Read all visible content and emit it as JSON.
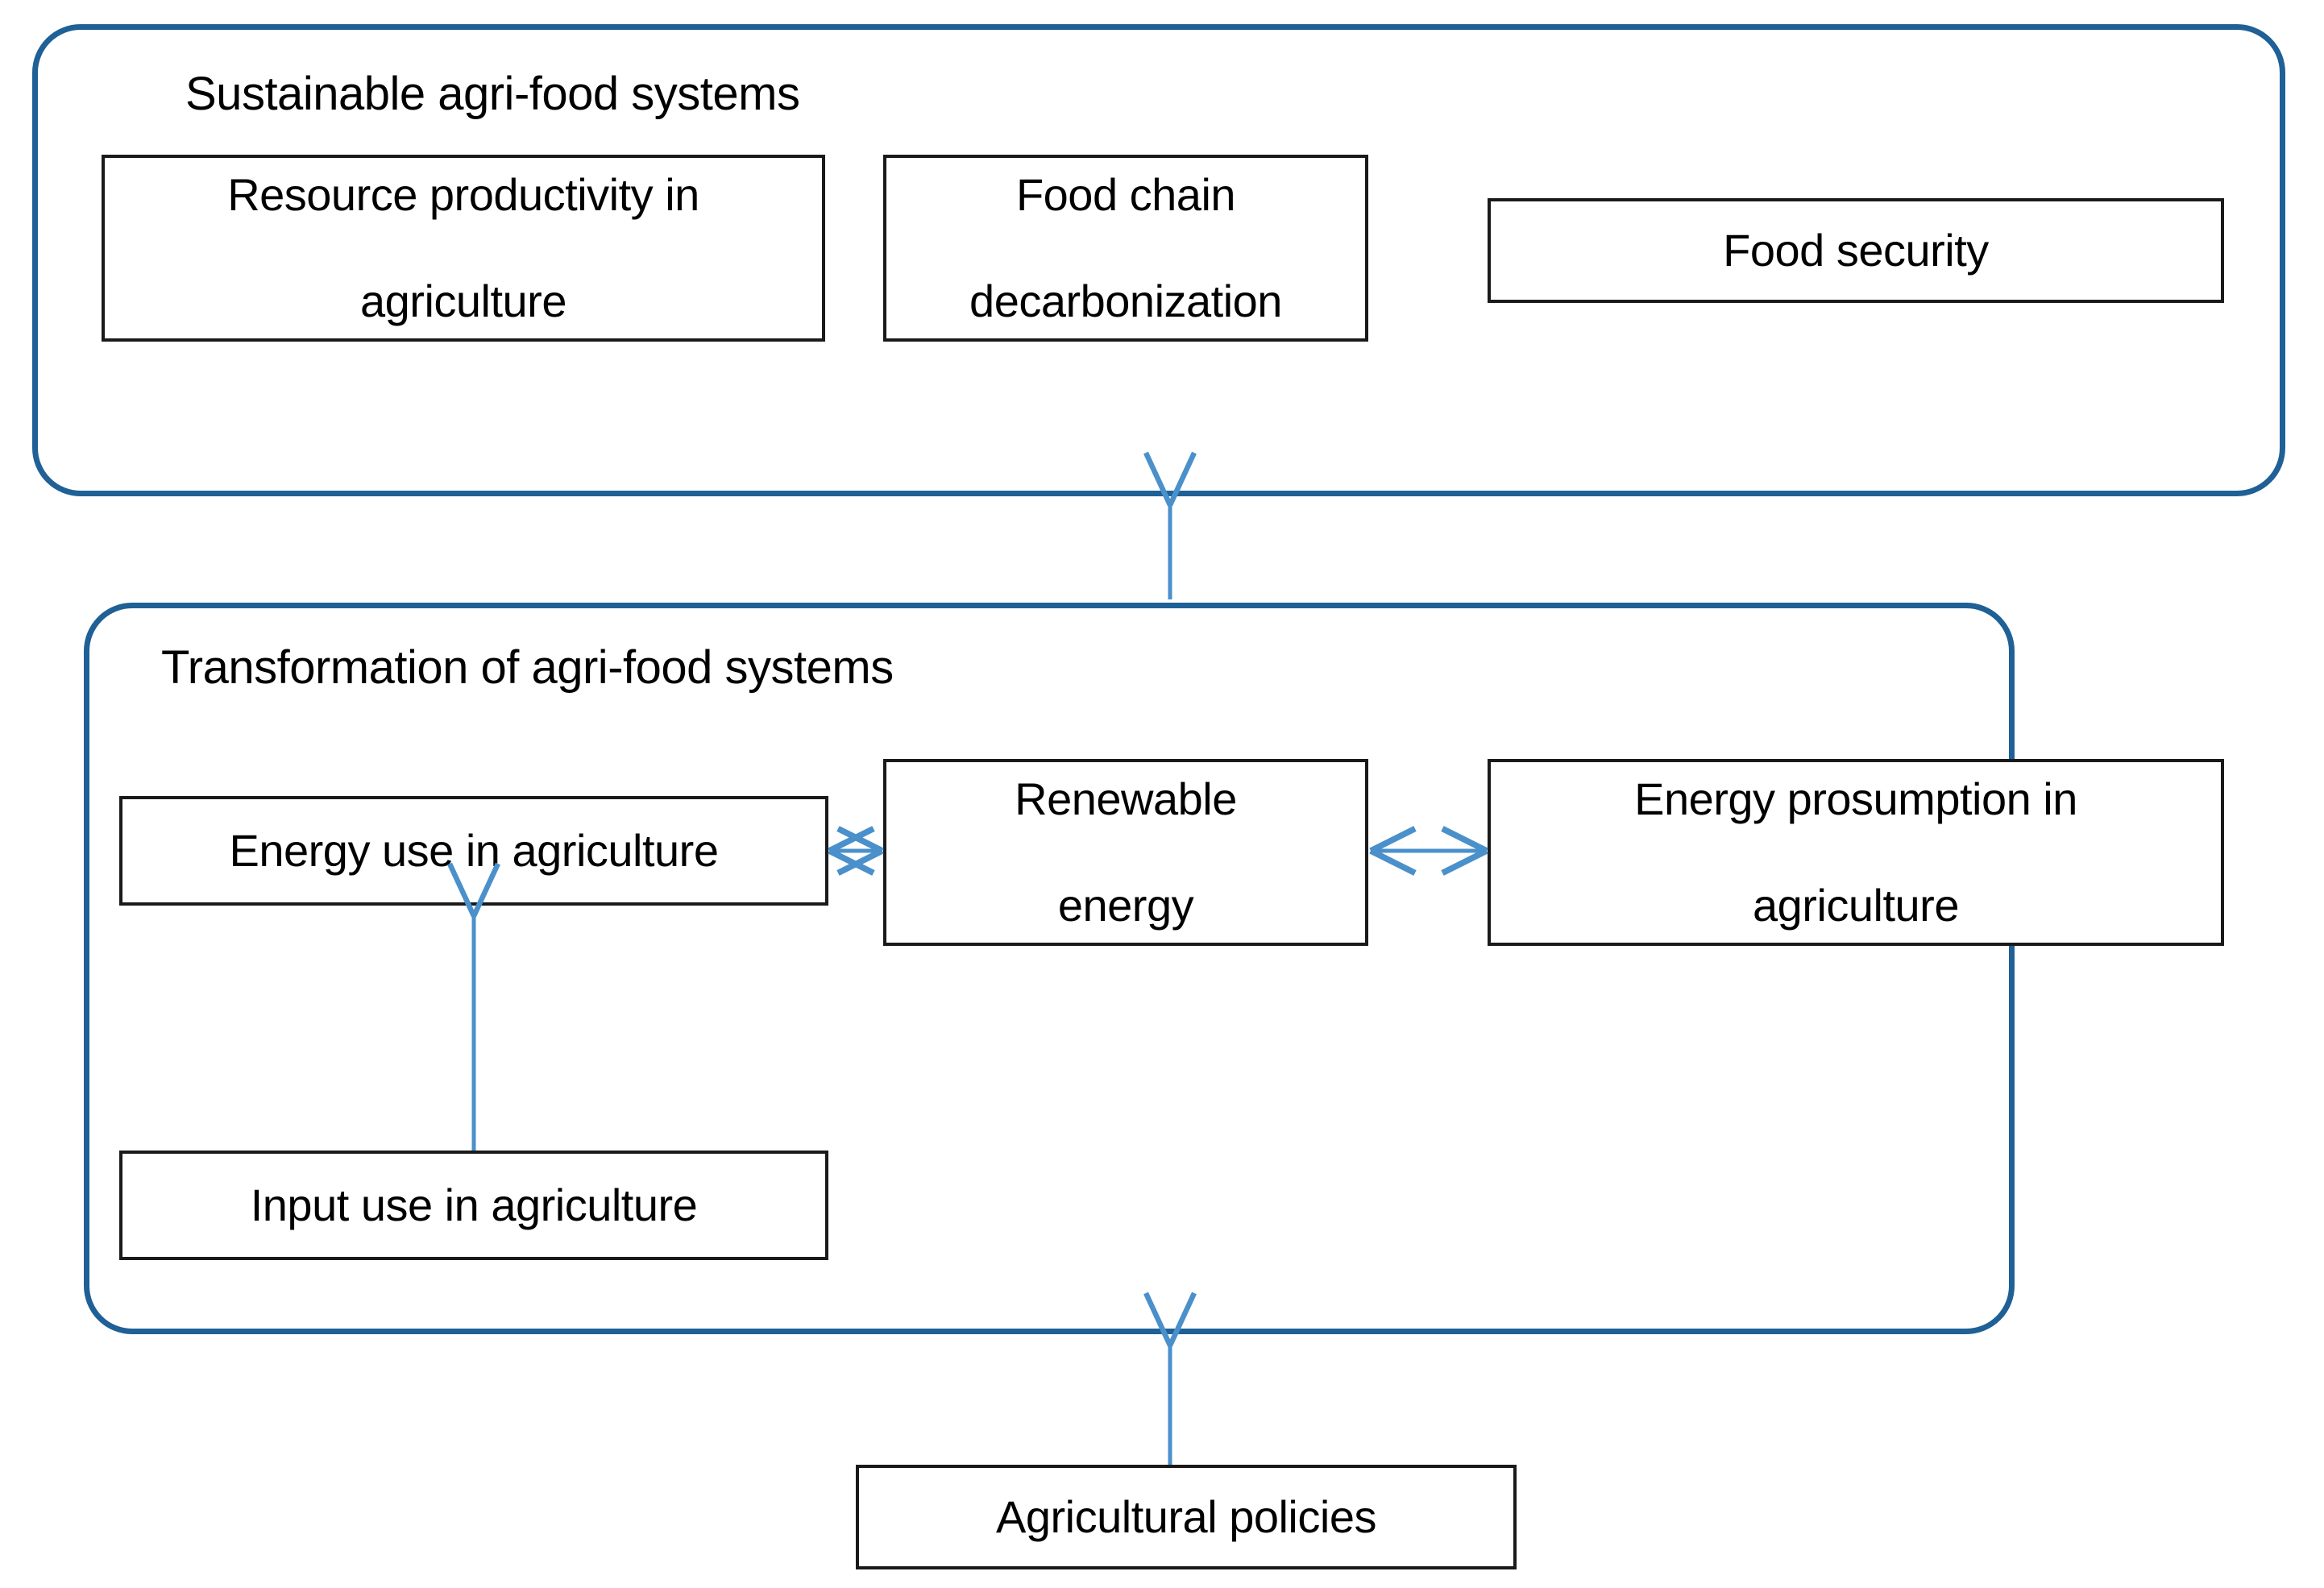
{
  "diagram": {
    "title": "Sustainable agri-food systems framework",
    "background_color": "#ffffff",
    "group_border_color": "#1F6096",
    "node_border_color": "#1a1a1a",
    "arrow_color": "#4A90CB",
    "text_color": "#000000"
  },
  "groups": [
    {
      "id": "sustainable",
      "label": "Sustainable agri-food systems",
      "nodes": [
        {
          "id": "resource-productivity",
          "label": "Resource productivity in agriculture"
        },
        {
          "id": "food-chain-decarbonization",
          "label": "Food chain decarbonization"
        },
        {
          "id": "food-security",
          "label": "Food security"
        }
      ]
    },
    {
      "id": "transformation",
      "label": "Transformation of agri-food systems",
      "nodes": [
        {
          "id": "energy-use",
          "label": "Energy use in agriculture"
        },
        {
          "id": "renewable-energy",
          "label": "Renewable energy"
        },
        {
          "id": "energy-prosumption",
          "label": "Energy prosumption in agriculture"
        },
        {
          "id": "input-use",
          "label": "Input use in agriculture"
        }
      ]
    }
  ],
  "external_nodes": [
    {
      "id": "agricultural-policies",
      "label": "Agricultural policies"
    }
  ],
  "node_labels": {
    "resource_productivity_line1": "Resource productivity in",
    "resource_productivity_line2": "agriculture",
    "food_chain_line1": "Food chain",
    "food_chain_line2": "decarbonization",
    "food_security": "Food security",
    "energy_use": "Energy use in agriculture",
    "renewable_line1": "Renewable",
    "renewable_line2": "energy",
    "prosumption_line1": "Energy prosumption in",
    "prosumption_line2": "agriculture",
    "input_use": "Input use in agriculture",
    "agricultural_policies": "Agricultural policies"
  },
  "connections": [
    {
      "id": "policies-to-transformation",
      "from": "agricultural-policies",
      "to": "transformation",
      "type": "arrow-up",
      "direction": "single"
    },
    {
      "id": "transformation-to-sustainable",
      "from": "transformation",
      "to": "sustainable",
      "type": "arrow-up",
      "direction": "single"
    },
    {
      "id": "input-to-energy-use",
      "from": "input-use",
      "to": "energy-use",
      "type": "arrow-up",
      "direction": "single"
    },
    {
      "id": "energy-use-renewable",
      "from": "energy-use",
      "to": "renewable-energy",
      "type": "arrow-horizontal",
      "direction": "double"
    },
    {
      "id": "renewable-prosumption",
      "from": "renewable-energy",
      "to": "energy-prosumption",
      "type": "arrow-horizontal",
      "direction": "double"
    }
  ]
}
